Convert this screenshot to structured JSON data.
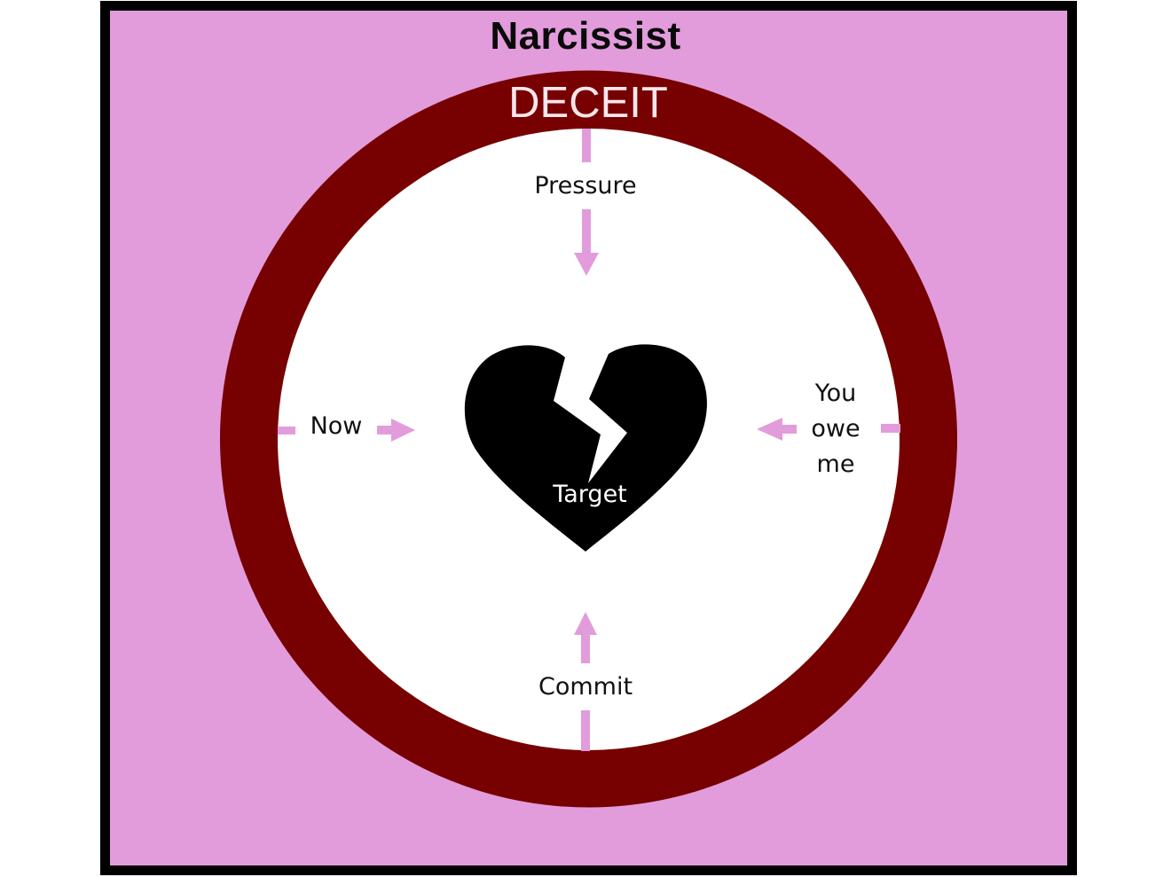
{
  "diagram": {
    "title": "Narcissist",
    "ring_label": "DECEIT",
    "center_label": "Target",
    "center_icon": "broken-heart-icon",
    "forces": [
      {
        "id": "top",
        "label": "Pressure",
        "direction": "down"
      },
      {
        "id": "left",
        "label": "Now",
        "direction": "right"
      },
      {
        "id": "right",
        "label": "You\nowe\nme",
        "lines": [
          "You",
          "owe",
          "me"
        ],
        "direction": "left"
      },
      {
        "id": "bottom",
        "label": "Commit",
        "direction": "up"
      }
    ]
  },
  "colors": {
    "background": "#E29CDB",
    "frame": "#000000",
    "ring": "#770000",
    "inner_circle": "#FFFFFF",
    "arrows": "#E29CDB",
    "heart": "#000000",
    "ring_text": "#FBE6EC",
    "title_text": "#0A0A0A"
  }
}
